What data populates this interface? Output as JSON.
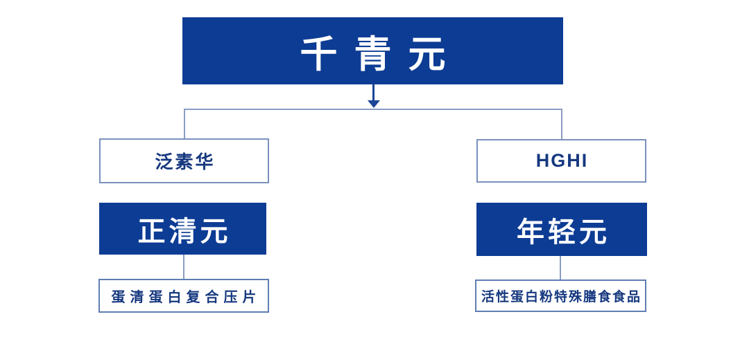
{
  "colors": {
    "primary_blue": "#0d3c94",
    "navy_text": "#16387f",
    "company_box_border": "#7a90bd",
    "product_box_border": "#5f7db2",
    "connector_line": "#8a9cc2",
    "arrow": "#1c4596"
  },
  "org_chart": {
    "root": {
      "label": "千青元"
    },
    "branches": [
      {
        "company": "泛素华",
        "brand": "正清元",
        "product": "蛋清蛋白复合压片"
      },
      {
        "company": "HGHI",
        "brand": "年轻元",
        "product": "活性蛋白粉特殊膳食食品"
      }
    ]
  }
}
